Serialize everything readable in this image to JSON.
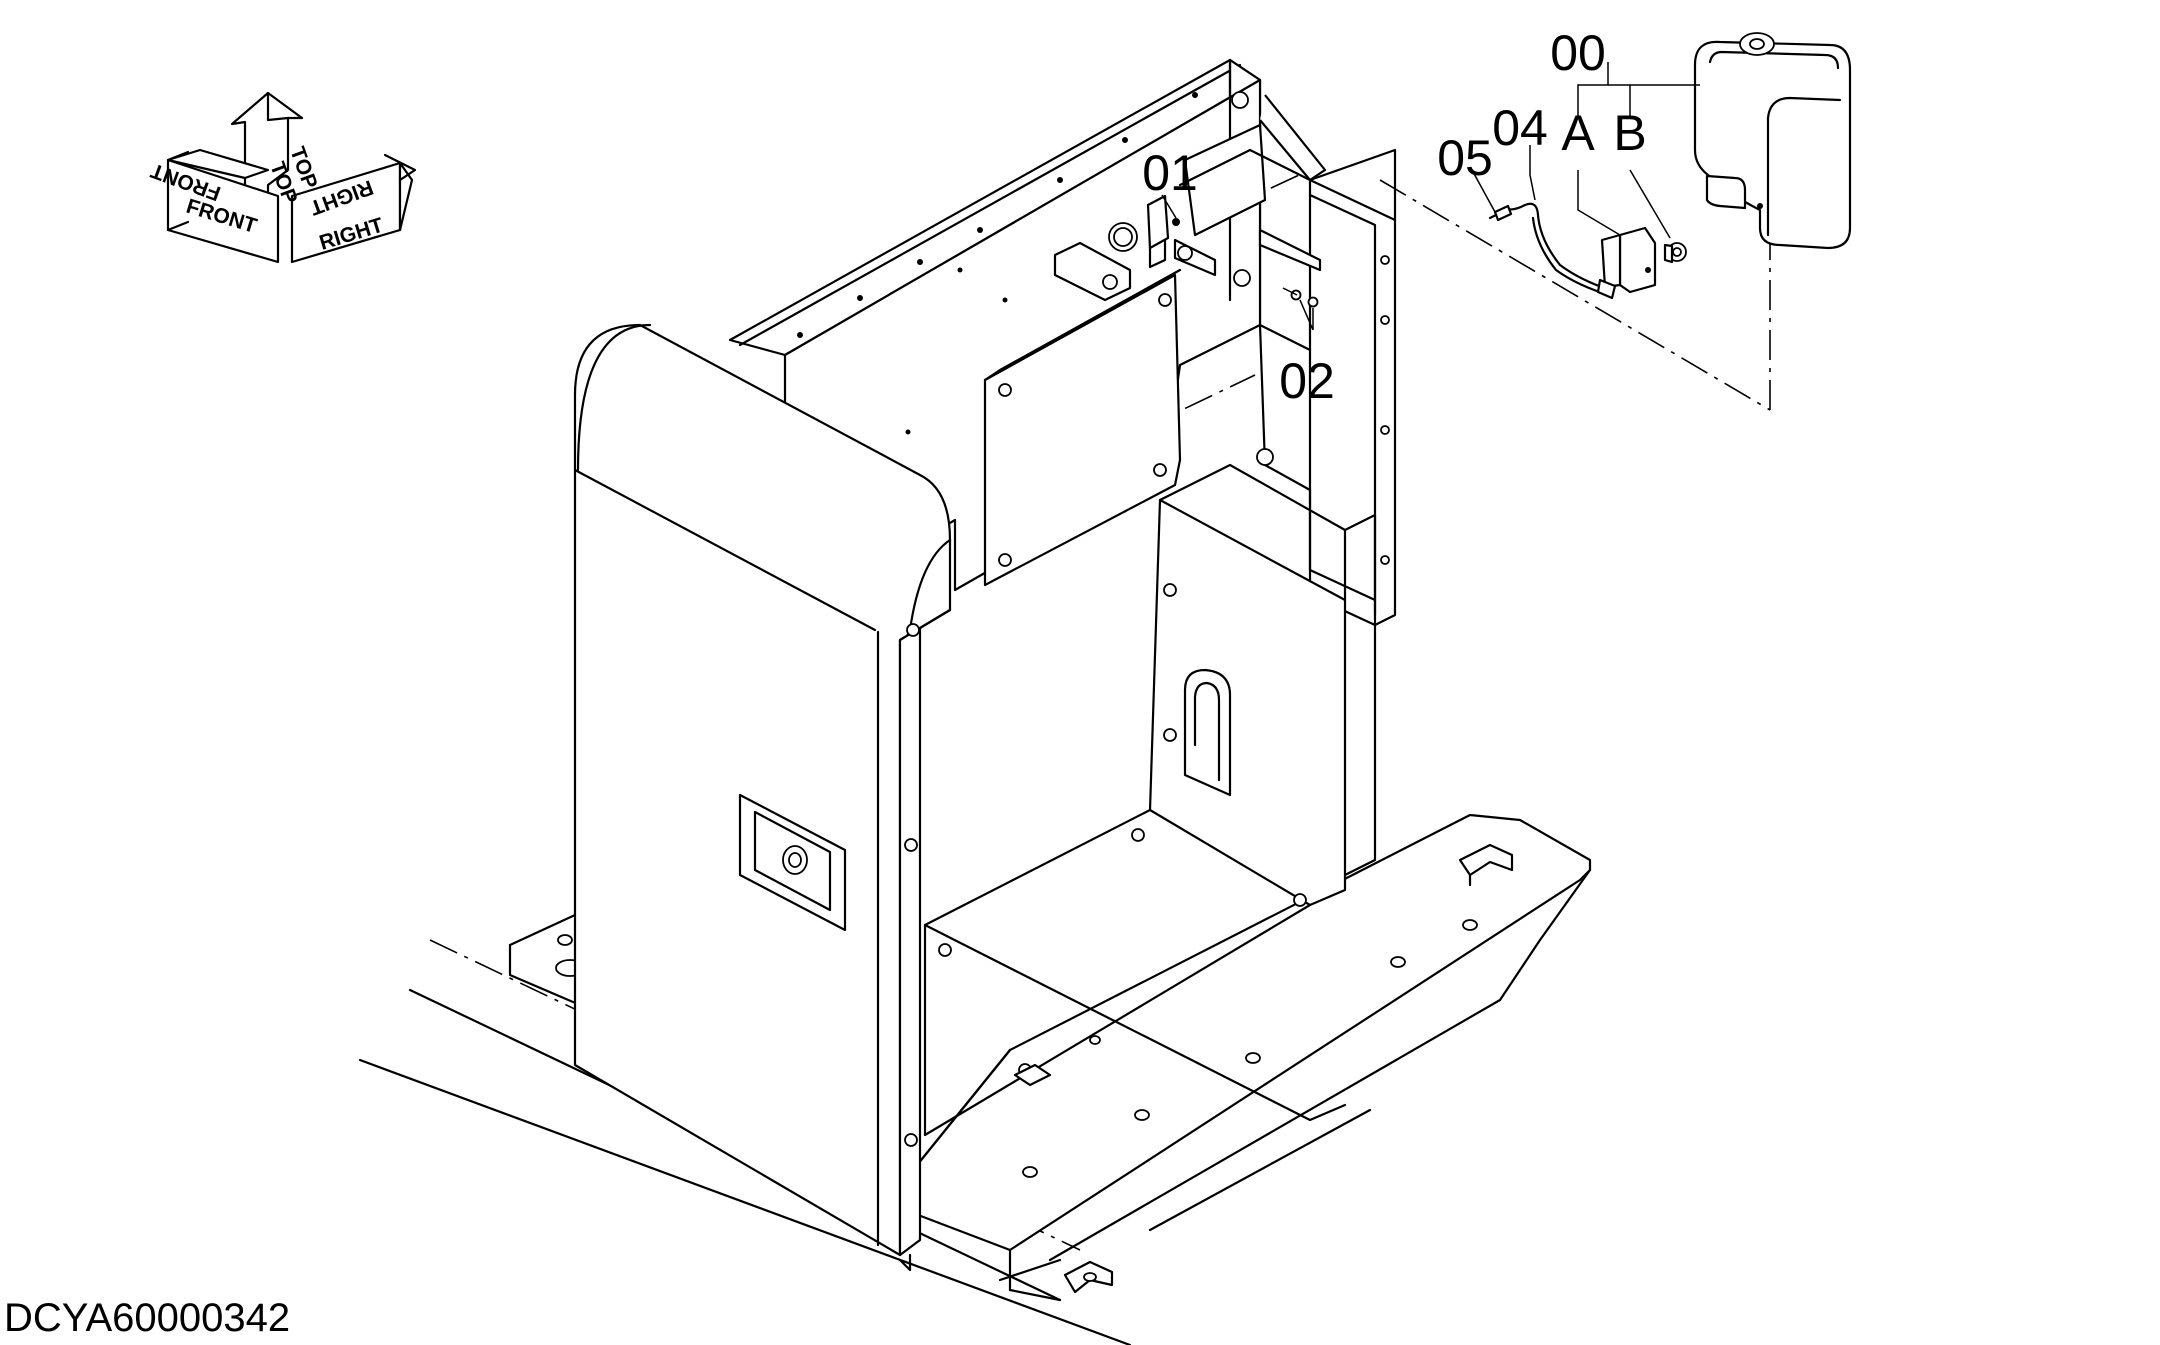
{
  "drawing_code": "DCYA60000342",
  "orientation_indicator": {
    "labels": {
      "top": "TOP",
      "front": "FRONT",
      "right": "RIGHT"
    }
  },
  "callouts": [
    {
      "id": "00",
      "label": "00"
    },
    {
      "id": "A",
      "label": "A"
    },
    {
      "id": "B",
      "label": "B"
    },
    {
      "id": "01",
      "label": "01"
    },
    {
      "id": "02",
      "label": "02"
    },
    {
      "id": "04",
      "label": "04"
    },
    {
      "id": "05",
      "label": "05"
    }
  ]
}
